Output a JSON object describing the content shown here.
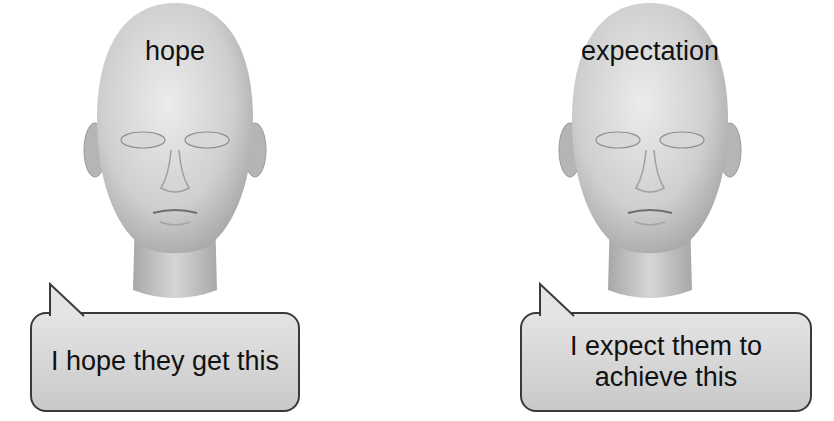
{
  "diagram": {
    "nodes": [
      {
        "text": [
          "hope"
        ]
      },
      {
        "text": [
          "expectation"
        ]
      },
      {
        "text": [
          "I hope they get this"
        ]
      },
      {
        "text": [
          "I expect them to achieve this"
        ]
      }
    ]
  }
}
